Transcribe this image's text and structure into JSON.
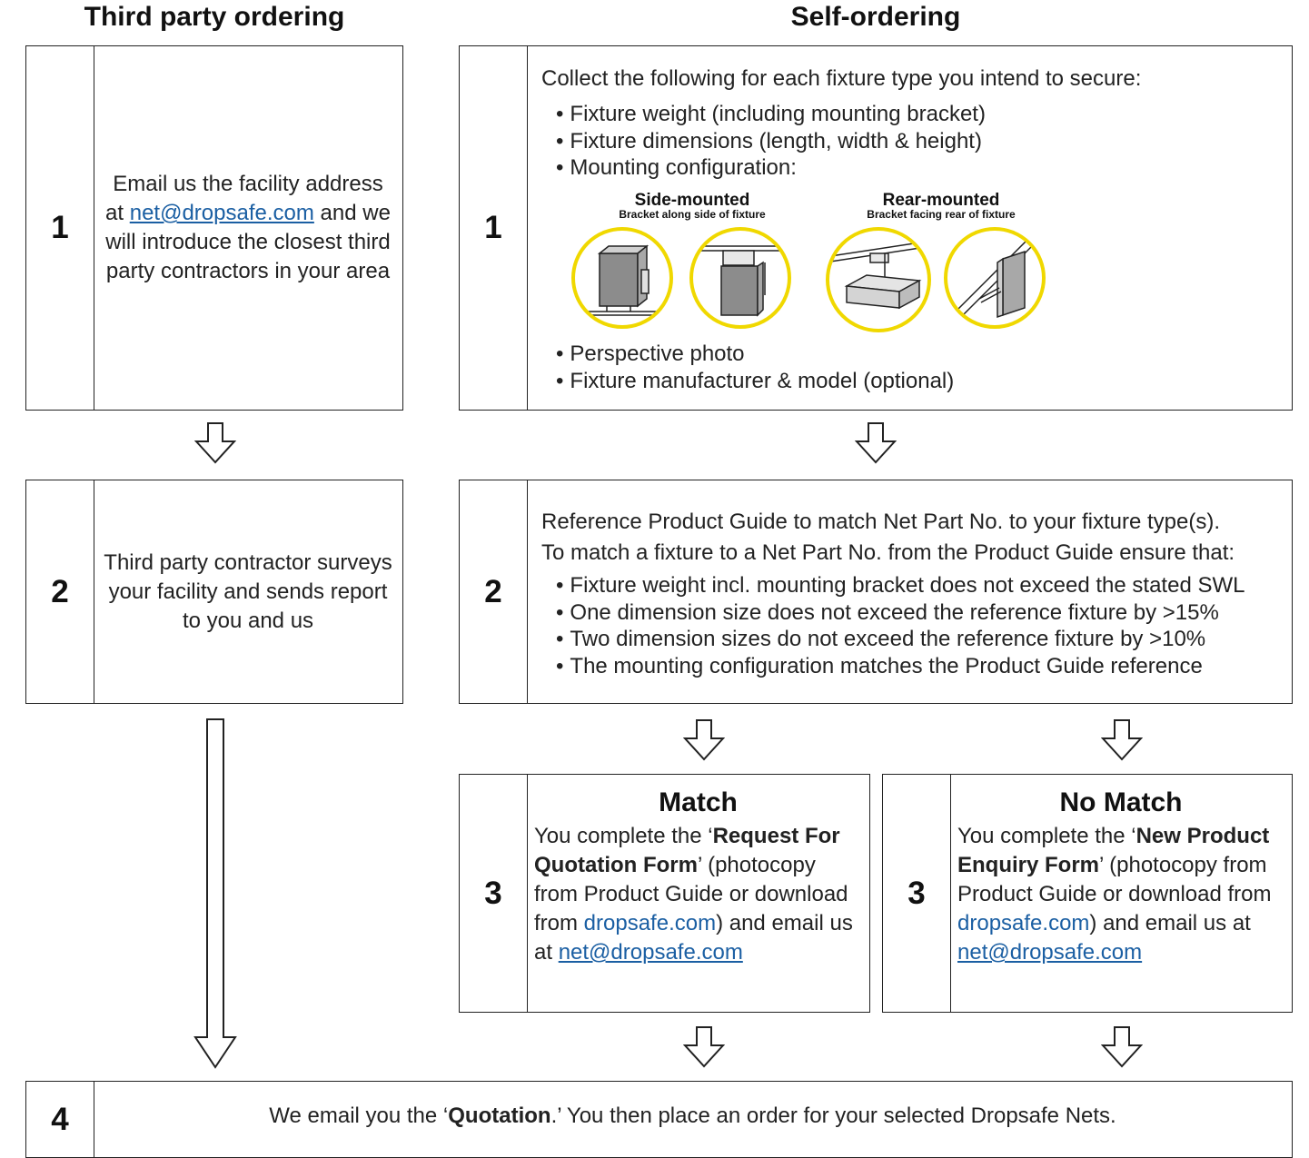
{
  "headings": {
    "left": "Third party ordering",
    "right": "Self-ordering"
  },
  "third_party": {
    "step1": {
      "number": "1",
      "text_before": "Email us the facility address at ",
      "email": "net@dropsafe.com",
      "text_after": " and we will introduce the closest third party contractors in your area"
    },
    "step2": {
      "number": "2",
      "text": "Third party contractor surveys your facility and sends report to you and us"
    }
  },
  "self_ordering": {
    "step1": {
      "number": "1",
      "intro": "Collect the following for each fixture type you intend to secure:",
      "bullets": [
        "Fixture weight (including mounting bracket)",
        "Fixture dimensions (length, width & height)",
        "Mounting configuration:"
      ],
      "side_mounted": {
        "title": "Side-mounted",
        "subtitle": "Bracket along side of fixture"
      },
      "rear_mounted": {
        "title": "Rear-mounted",
        "subtitle": "Bracket facing rear of fixture"
      },
      "bullets_after": [
        "Perspective photo",
        "Fixture manufacturer & model (optional)"
      ]
    },
    "step2": {
      "number": "2",
      "line1": "Reference Product Guide to match Net Part No. to your fixture type(s).",
      "line2": "To match a fixture to a Net Part No. from the Product Guide ensure that:",
      "bullets": [
        "Fixture weight incl. mounting bracket does not exceed the stated SWL",
        "One dimension size does not exceed the reference fixture by >15%",
        "Two dimension sizes do not exceed the reference fixture by >10%",
        "The mounting configuration matches the Product Guide reference"
      ]
    },
    "match": {
      "number": "3",
      "title": "Match",
      "prefix": "You complete the ‘",
      "form_name": "Request For Quotation Form",
      "middle": "’ (photocopy from Product Guide or download from ",
      "site": "dropsafe.com",
      "after_site": ") and email us at ",
      "email": "net@dropsafe.com"
    },
    "no_match": {
      "number": "3",
      "title": "No Match",
      "prefix": "You complete the ‘",
      "form_name": "New Product Enquiry Form",
      "middle": "’ (photocopy from Product Guide or download from ",
      "site": "dropsafe.com",
      "after_site": ") and email us at ",
      "email": "net@dropsafe.com"
    }
  },
  "final": {
    "number": "4",
    "prefix": "We email you the ‘",
    "bold": "Quotation",
    "suffix": ".’ You then place an order for your selected Dropsafe Nets."
  },
  "colors": {
    "line": "#222222",
    "link": "#1b5fa3",
    "highlight_circle": "#f0d800"
  }
}
